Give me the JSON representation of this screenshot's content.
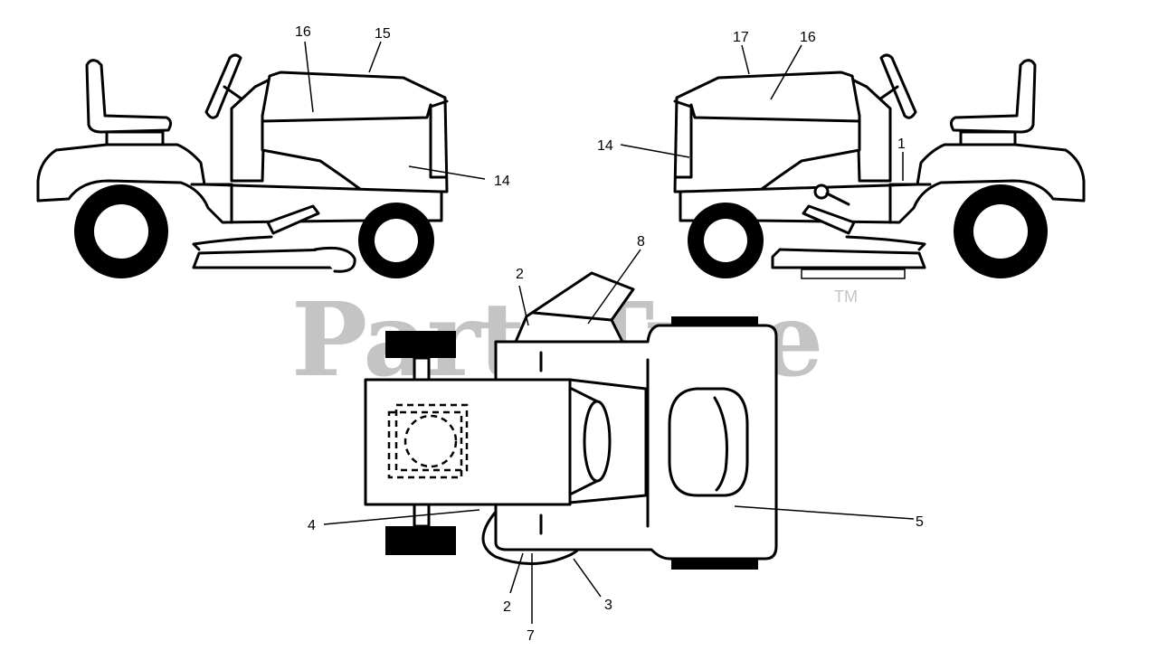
{
  "watermark": {
    "text": "PartsTree",
    "trademark": "TM"
  },
  "callouts": {
    "left_view": {
      "c16": "16",
      "c15": "15",
      "c14": "14"
    },
    "right_view": {
      "c17": "17",
      "c16": "16",
      "c14": "14",
      "c1": "1"
    },
    "top_view": {
      "c2_top": "2",
      "c8": "8",
      "c4": "4",
      "c5": "5",
      "c2_bottom": "2",
      "c3": "3",
      "c7": "7"
    }
  }
}
